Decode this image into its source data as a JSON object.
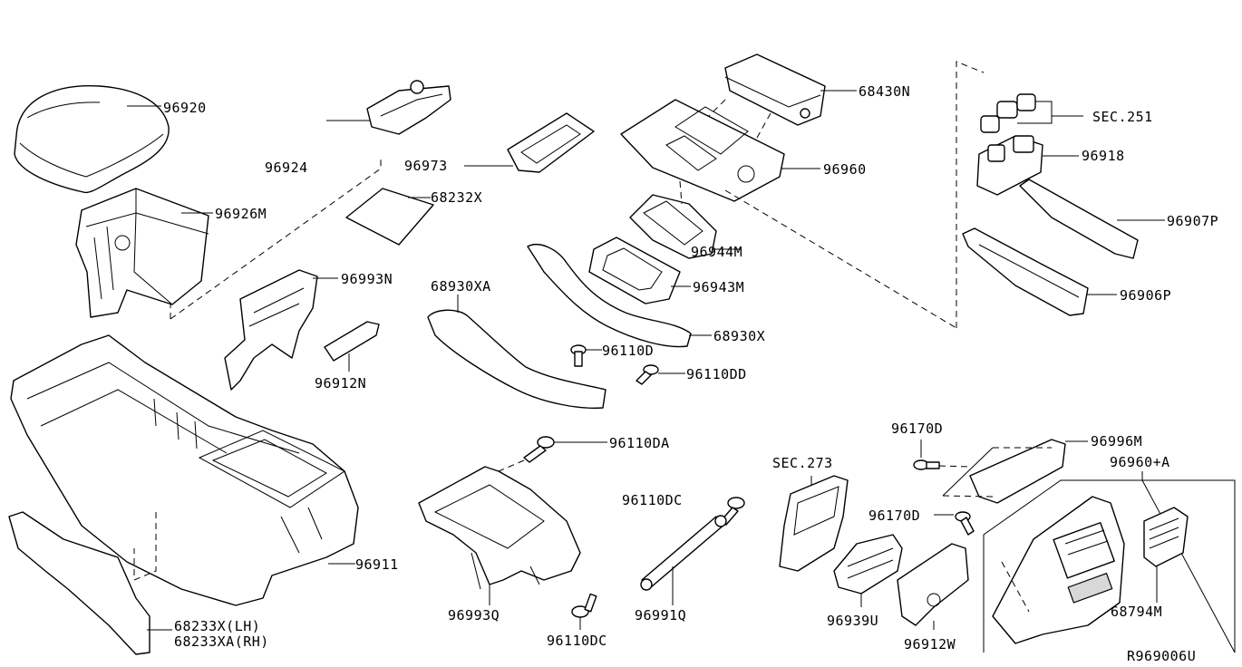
{
  "diagram": {
    "reference_code": "R969006U",
    "labels": {
      "p96920": "96920",
      "p96924": "96924",
      "p96926M": "96926M",
      "p68232X": "68232X",
      "p96973": "96973",
      "p68430N": "68430N",
      "p96960": "96960",
      "sec251": "SEC.251",
      "p96918": "96918",
      "p96907P": "96907P",
      "p96906P": "96906P",
      "p96993N": "96993N",
      "p68930XA": "68930XA",
      "p96944M": "96944M",
      "p96943M": "96943M",
      "p68930X": "68930X",
      "p96110D": "96110D",
      "p96110DD": "96110DD",
      "p96912N": "96912N",
      "p96110DA": "96110DA",
      "p96110DC_a": "96110DC",
      "p96110DC_b": "96110DC",
      "p96170D_a": "96170D",
      "p96170D_b": "96170D",
      "p96996M": "96996M",
      "p96960A": "96960+A",
      "sec273": "SEC.273",
      "p96911": "96911",
      "p68233X_LH": "68233X(LH)",
      "p68233XA_RH": "68233XA(RH)",
      "p96993Q": "96993Q",
      "p96991Q": "96991Q",
      "p96939U": "96939U",
      "p96912W": "96912W",
      "p68794M": "68794M"
    }
  }
}
